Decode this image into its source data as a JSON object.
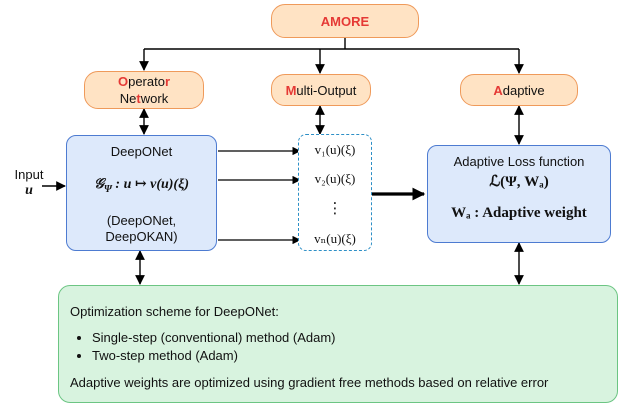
{
  "top": {
    "title_colored": "AMORE",
    "title_rest": ""
  },
  "tags": [
    {
      "colored1": "O",
      "mid1": "perato",
      "colored2": "r",
      "line2_a": "Ne",
      "line2_colored": "t",
      "line2_b": "work"
    },
    {
      "colored": "M",
      "rest": "ulti-Output"
    },
    {
      "colored": "A",
      "rest": "daptive"
    }
  ],
  "input": {
    "label": "Input",
    "symbol": "u"
  },
  "deeponet": {
    "title": "DeepONet",
    "operator_lhs": "𝒢",
    "operator_sub": "Ψ",
    "operator_rhs": " : u ↦ v(u)(ξ)",
    "variants_line1": "(DeepONet,",
    "variants_line2": "DeepOKAN)"
  },
  "outputs": {
    "v1": "v₁(u)(ξ)",
    "v2": "v₂(u)(ξ)",
    "dots": "⋮",
    "vn": "vₙ(u)(ξ)"
  },
  "adaptive_box": {
    "title": "Adaptive Loss function",
    "loss": "ℒ(Ψ, Wₐ)",
    "weight": "Wₐ : Adaptive weight"
  },
  "optimization": {
    "title": "Optimization scheme for DeepONet:",
    "items": [
      "Single-step (conventional) method (Adam)",
      "Two-step method (Adam)"
    ],
    "footer": "Adaptive weights are optimized using gradient free methods based on relative error"
  },
  "colors": {
    "accent_red": "#e53935",
    "orange_fill": "#ffe3c4",
    "orange_border": "#ef9a5a",
    "blue_fill": "#dde9fb",
    "blue_border": "#4d7bd1",
    "green_fill": "#d8f3df",
    "green_border": "#6cc583",
    "dash_border": "#2d8fc6"
  }
}
